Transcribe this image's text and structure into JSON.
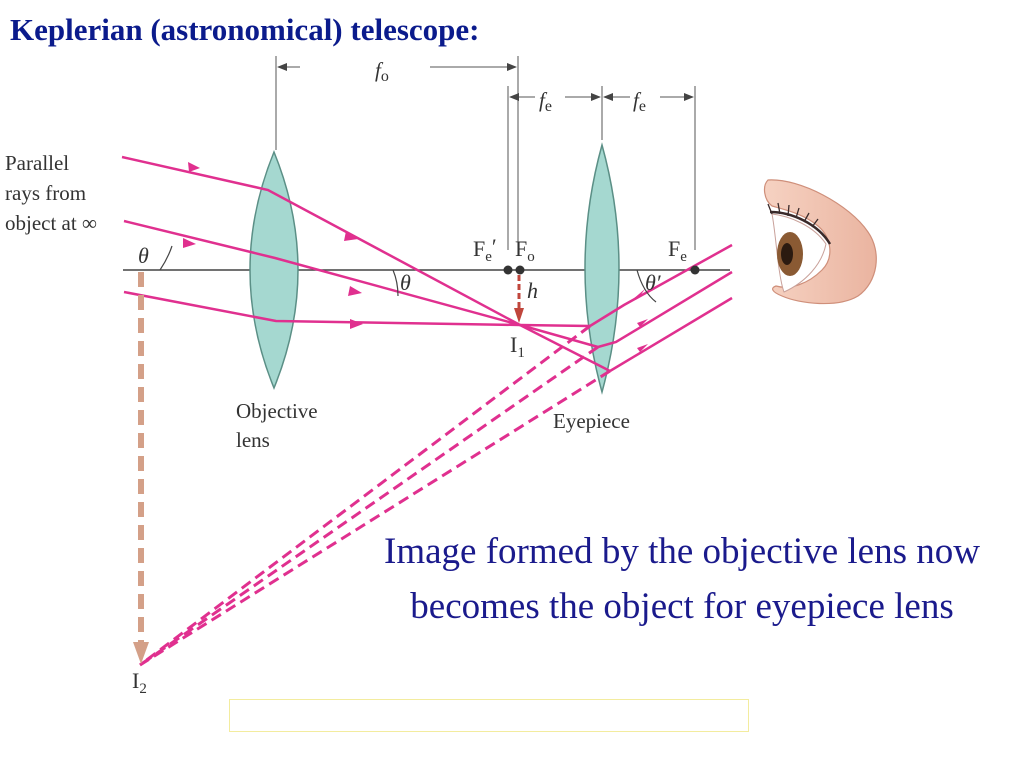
{
  "title": "Keplerian (astronomical) telescope:",
  "diagram": {
    "label_fo": "f",
    "label_fo_sub": "o",
    "label_fe_sub": "e",
    "label_parallel": [
      "Parallel",
      "rays from",
      "object at ∞"
    ],
    "label_theta": "θ",
    "label_theta_prime": "θ′",
    "label_Fe_prime": "F",
    "label_Fe_prime_sub": "e",
    "label_Fe_prime_mark": "′",
    "label_Fo": "F",
    "label_Fo_sub": "o",
    "label_Fe": "F",
    "label_Fe_sub": "e",
    "label_h": "h",
    "label_I1": "I",
    "label_I1_sub": "1",
    "label_I2": "I",
    "label_I2_sub": "2",
    "label_objective": [
      "Objective",
      "lens"
    ],
    "label_eyepiece": "Eyepiece",
    "colors": {
      "ray": "#e0308f",
      "lens_fill": "#a5d8d0",
      "lens_stroke": "#5b8f86",
      "image_arrow": "#d4a088",
      "h_arrow": "#c0463c",
      "axis": "#444444"
    }
  },
  "caption": "Image formed by the objective lens now becomes the object for eyepiece lens"
}
